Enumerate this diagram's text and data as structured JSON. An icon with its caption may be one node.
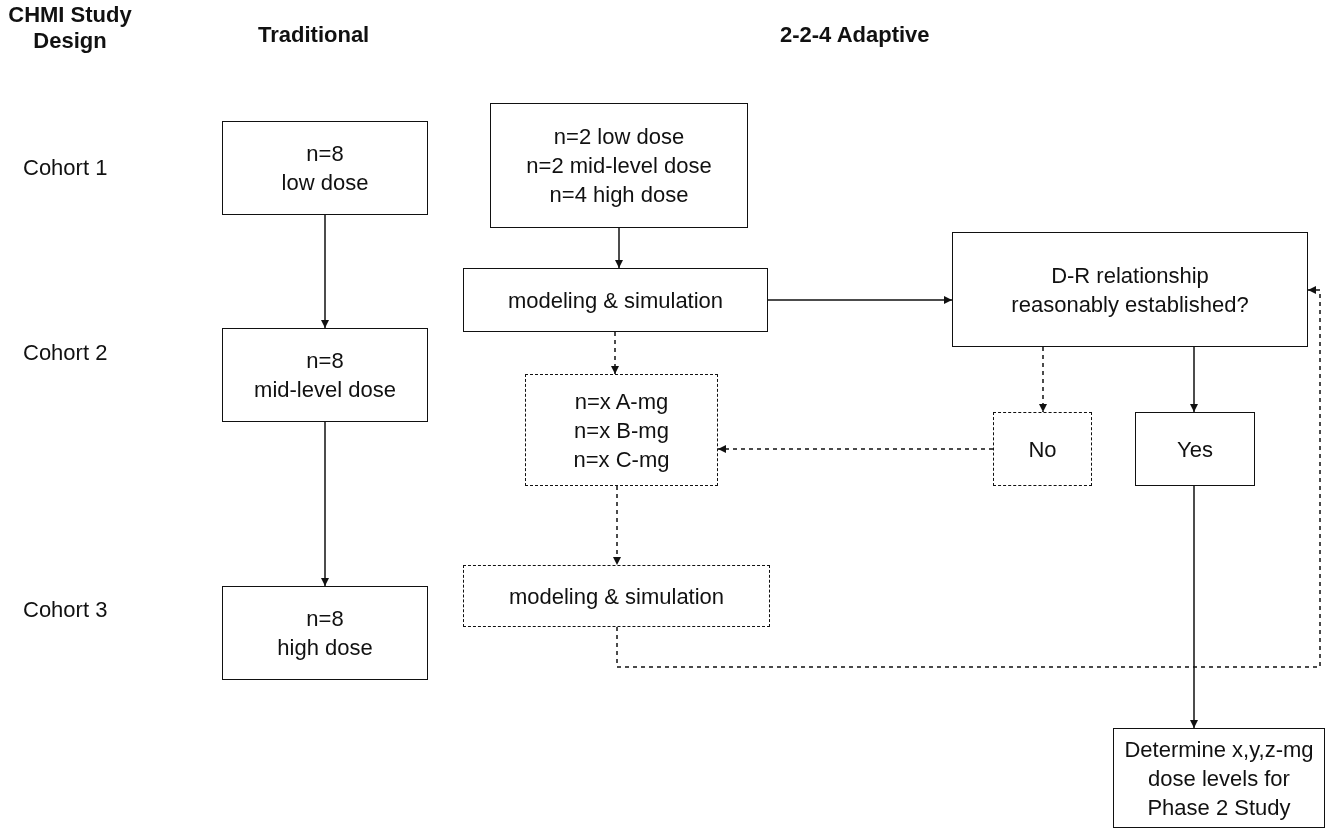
{
  "diagram": {
    "nodes": [
      {
        "text": [
          "n=8 low dose"
        ]
      },
      {
        "text": [
          "n=8 mid-level dose"
        ]
      },
      {
        "text": [
          "n=8 high dose"
        ]
      },
      {
        "text": [
          "n=2 low dose n=2 mid-level dose n=4 high dose"
        ]
      },
      {
        "text": [
          "modeling & simulation"
        ]
      },
      {
        "text": [
          "D-R relationship reasonably established?"
        ]
      },
      {
        "text": [
          "n=x A-mg n=x B-mg n=x C-mg"
        ]
      },
      {
        "text": [
          "No"
        ]
      },
      {
        "text": [
          "Yes"
        ]
      },
      {
        "text": [
          "modeling & simulation"
        ]
      },
      {
        "text": [
          "Determine x,y,z-mg dose levels for Phase 2 Study"
        ]
      }
    ],
    "edges": [
      {
        "from": 0,
        "to": 1,
        "arrow": "to"
      },
      {
        "from": 1,
        "to": 2,
        "arrow": "to"
      },
      {
        "from": 3,
        "to": 4,
        "arrow": "to"
      },
      {
        "from": 4,
        "to": 5,
        "arrow": "to"
      },
      {
        "from": 4,
        "to": 6,
        "arrow": "to",
        "style": "dashed"
      },
      {
        "from": 5,
        "to": 7,
        "arrow": "to",
        "style": "dashed"
      },
      {
        "from": 5,
        "to": 8,
        "arrow": "to"
      },
      {
        "from": 7,
        "to": 6,
        "arrow": "to",
        "style": "dashed"
      },
      {
        "from": 6,
        "to": 9,
        "arrow": "to",
        "style": "dashed"
      },
      {
        "from": 9,
        "to": 5,
        "arrow": "to",
        "style": "dashed"
      },
      {
        "from": 8,
        "to": 10,
        "arrow": "to"
      }
    ],
    "labels": [
      "CHMI Study Design",
      "Traditional",
      "2-2-4 Adaptive",
      "Cohort 1",
      "Cohort 2",
      "Cohort 3"
    ]
  }
}
